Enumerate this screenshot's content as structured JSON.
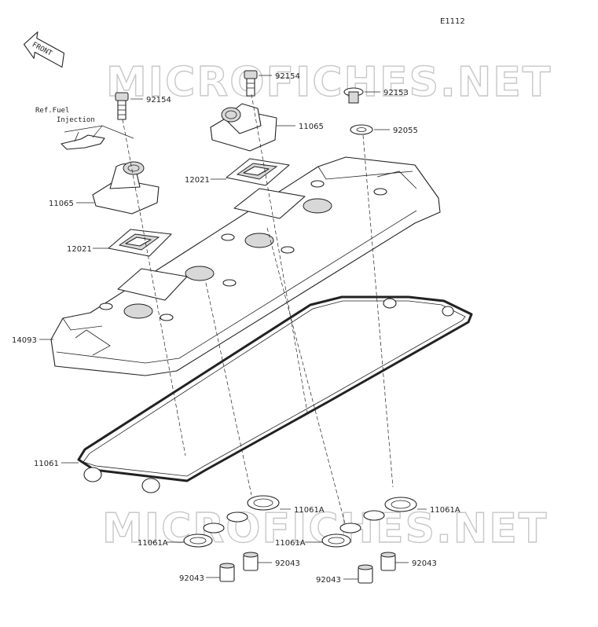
{
  "diagram": {
    "code": "E1112",
    "front_label": "FRONT",
    "ref_note": {
      "line1": "Ref.Fuel",
      "line2": "Injection"
    },
    "watermark": "MICROFICHES.NET",
    "labels": {
      "p92154_left": "92154",
      "p92154_top": "92154",
      "p92153": "92153",
      "p11065_right": "11065",
      "p92055": "92055",
      "p12021_right": "12021",
      "p11065_left": "11065",
      "p12021_left": "12021",
      "p14093": "14093",
      "p11061": "11061",
      "p11061A_1": "11061A",
      "p11061A_2": "11061A",
      "p11061A_3": "11061A",
      "p11061A_4": "11061A",
      "p92043_1": "92043",
      "p92043_2": "92043",
      "p92043_3": "92043",
      "p92043_4": "92043"
    }
  }
}
